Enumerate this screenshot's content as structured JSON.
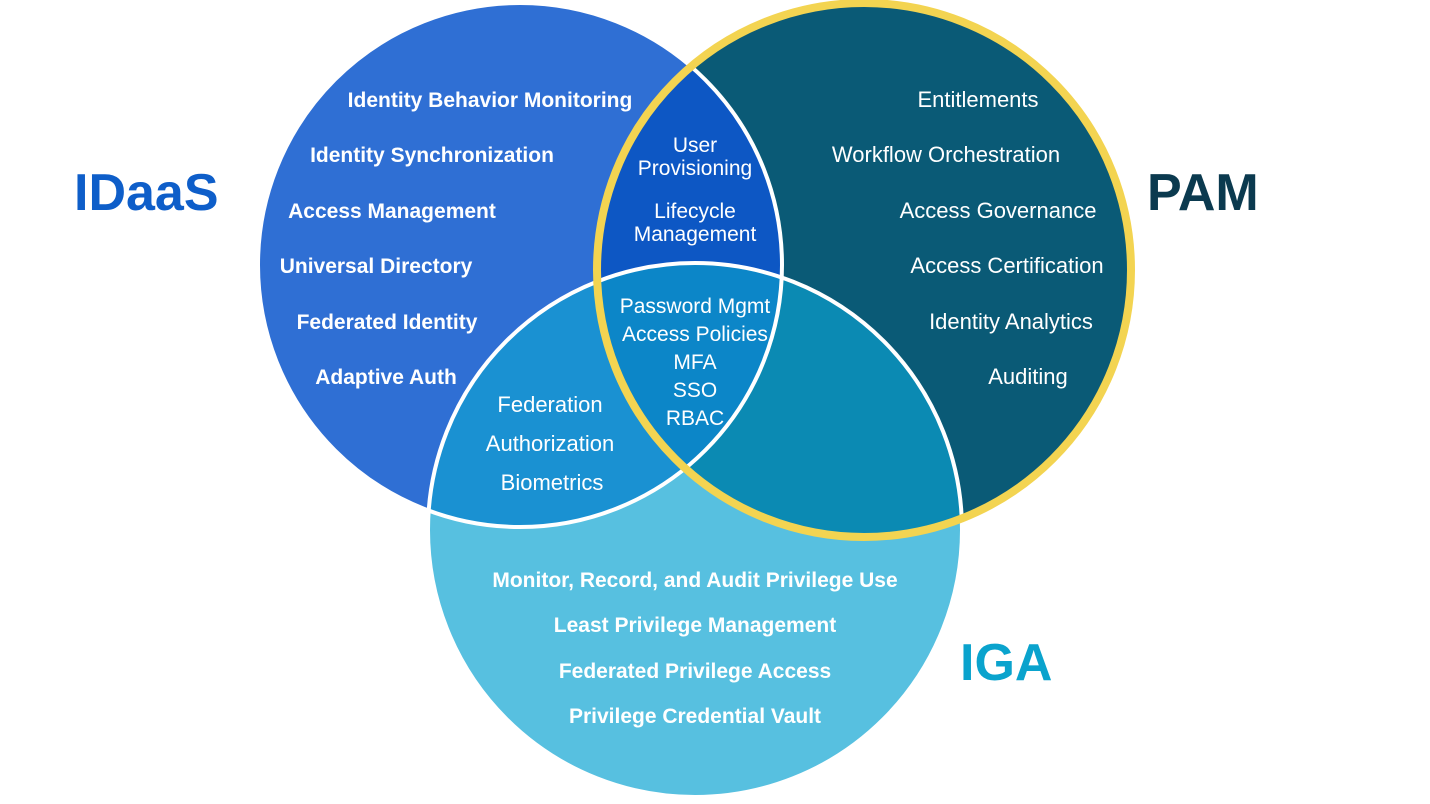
{
  "colors": {
    "idaas": "#2f6fd4",
    "pam": "#0a5a76",
    "iga": "#57c0e0",
    "idaas_pam": "#0d57c4",
    "idaas_iga": "#1a91d2",
    "pam_iga": "#0b8ab3",
    "center": "#0c86c8",
    "pam_ring": "#f3d451",
    "idaas_title": "#0e5ec9",
    "pam_title": "#0b3a4f",
    "iga_title": "#0aa3cd"
  },
  "titles": {
    "idaas": "IDaaS",
    "pam": "PAM",
    "iga": "IGA"
  },
  "idaas_items": [
    "Identity Behavior Monitoring",
    "Identity Synchronization",
    "Access Management",
    "Universal Directory",
    "Federated Identity",
    "Adaptive Auth"
  ],
  "pam_items": [
    "Entitlements",
    "Workflow Orchestration",
    "Access Governance",
    "Access Certification",
    "Identity Analytics",
    "Auditing"
  ],
  "iga_items": [
    "Monitor, Record, and Audit Privilege Use",
    "Least Privilege Management",
    "Federated Privilege Access",
    "Privilege Credential Vault"
  ],
  "idaas_pam_items": [
    "User",
    "Provisioning",
    "Lifecycle",
    "Management"
  ],
  "idaas_iga_items": [
    "Federation",
    "Authorization",
    "Biometrics"
  ],
  "center_items": [
    "Password Mgmt",
    "Access Policies",
    "MFA",
    "SSO",
    "RBAC"
  ]
}
